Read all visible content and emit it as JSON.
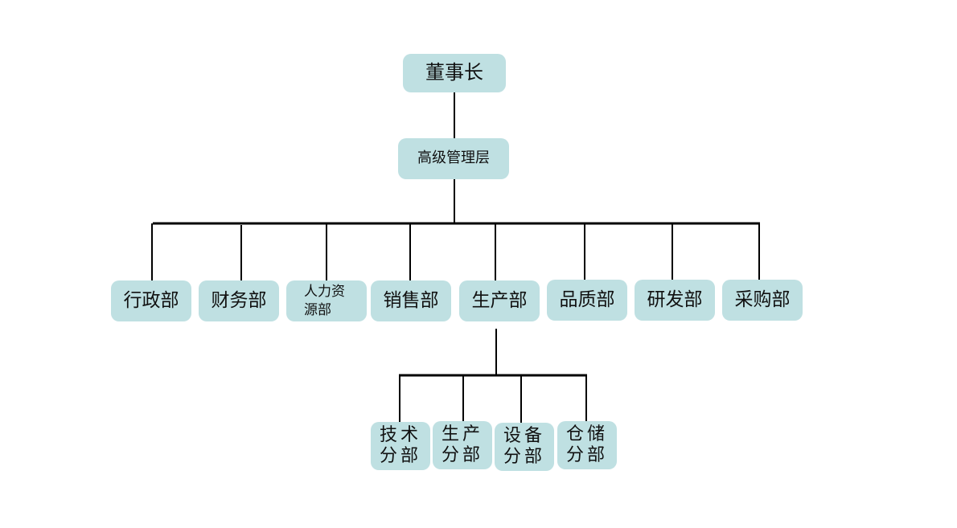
{
  "org_chart": {
    "root": {
      "label": "董事长"
    },
    "management": {
      "label": "高级管理层"
    },
    "departments": [
      {
        "label": "行政部"
      },
      {
        "label": "财务部"
      },
      {
        "label": "人力资",
        "label_line2": "源部"
      },
      {
        "label": "销售部"
      },
      {
        "label": "生产部"
      },
      {
        "label": "品质部"
      },
      {
        "label": "研发部"
      },
      {
        "label": "采购部"
      }
    ],
    "production_subunits": [
      {
        "line1": "技术",
        "line2": "分部"
      },
      {
        "line1": "生产",
        "line2": "分部"
      },
      {
        "line1": "设备",
        "line2": "分部"
      },
      {
        "line1": "仓储",
        "line2": "分部"
      }
    ]
  },
  "colors": {
    "node_fill": "#bfe0e2",
    "connector": "#000000",
    "text": "#111111"
  }
}
